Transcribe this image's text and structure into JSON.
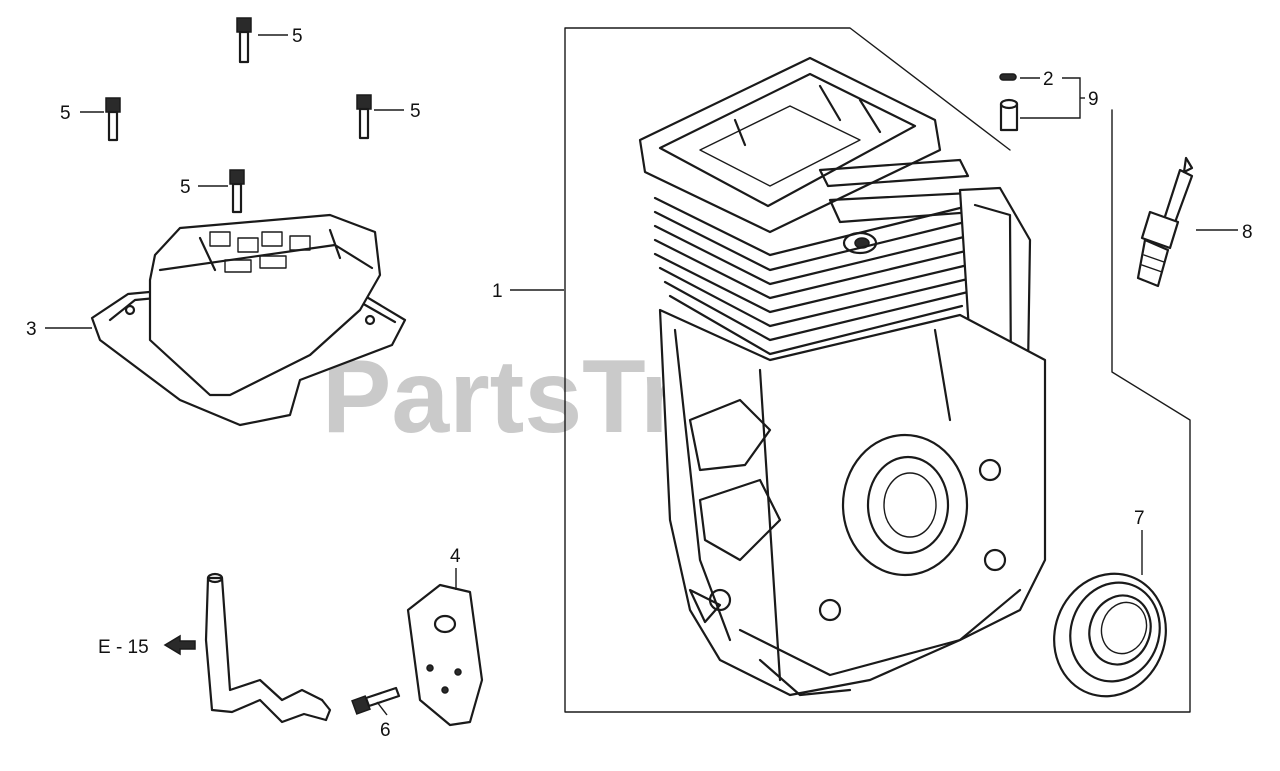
{
  "watermark": "PartsTree",
  "callouts": {
    "c1": "1",
    "c2": "2",
    "c3": "3",
    "c4": "4",
    "c5a": "5",
    "c5b": "5",
    "c5c": "5",
    "c5d": "5",
    "c6": "6",
    "c7": "7",
    "c8": "8",
    "c9": "9",
    "ref": "E - 15"
  }
}
